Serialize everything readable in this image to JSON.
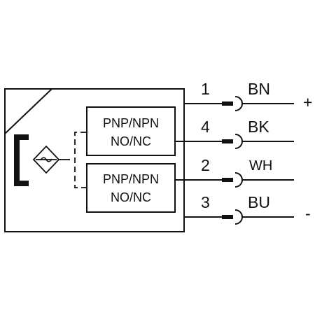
{
  "outputs": [
    {
      "line1": "PNP/NPN",
      "line2": "NO/NC"
    },
    {
      "line1": "PNP/NPN",
      "line2": "NO/NC"
    }
  ],
  "wires": [
    {
      "pin": "1",
      "color_code": "BN",
      "polarity": "+"
    },
    {
      "pin": "4",
      "color_code": "BK",
      "polarity": ""
    },
    {
      "pin": "2",
      "color_code": "WH",
      "polarity": ""
    },
    {
      "pin": "3",
      "color_code": "BU",
      "polarity": "-"
    }
  ],
  "colors": {
    "line": "#111111",
    "background": "#ffffff"
  },
  "icons": [
    "inductive-sensor-symbol-icon",
    "connector-plug-icon"
  ]
}
